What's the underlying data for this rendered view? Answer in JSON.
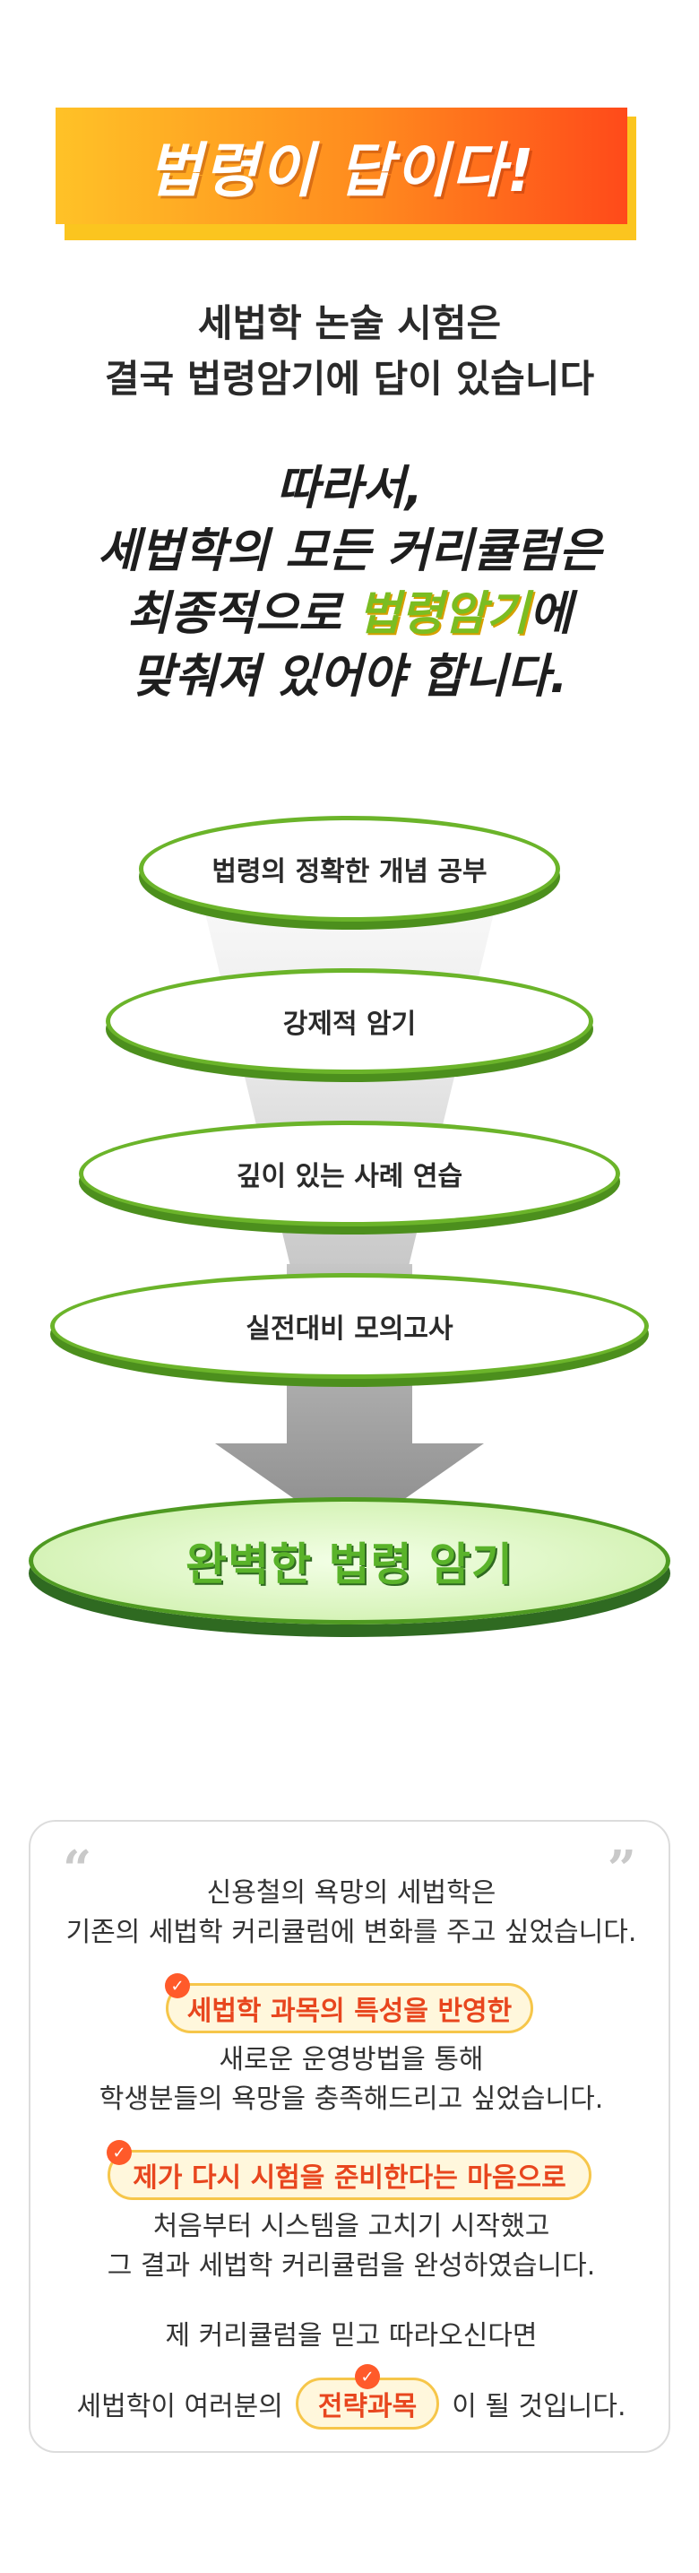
{
  "banner": {
    "title": "법령이 답이다!"
  },
  "intro": {
    "line1": "세법학 논술 시험은",
    "line2": "결국 법령암기에 답이 있습니다"
  },
  "emphasis": {
    "line1": "따라서,",
    "line2": "세법학의 모든 커리큘럼은",
    "line3_pre": "최종적으로 ",
    "line3_highlight": "법령암기",
    "line3_post": "에",
    "line4": "맞춰져 있어야 합니다."
  },
  "funnel": {
    "steps": [
      "법령의 정확한 개념 공부",
      "강제적 암기",
      "깊이 있는 사례 연습",
      "실전대비 모의고사"
    ],
    "result": "완벽한 법령 암기"
  },
  "card": {
    "quote_open": "“",
    "quote_close": "”",
    "p1_line1": "신용철의 욕망의 세법학은",
    "p1_line2": "기존의 세법학 커리큘럼에 변화를 주고 싶었습니다.",
    "pill1": "세법학 과목의 특성을 반영한",
    "p2_line1": "새로운 운영방법을 통해",
    "p2_line2": "학생분들의 욕망을 충족해드리고 싶었습니다.",
    "pill2": "제가 다시 시험을 준비한다는 마음으로",
    "p3_line1": "처음부터 시스템을 고치기 시작했고",
    "p3_line2": "그 결과 세법학 커리큘럼을 완성하였습니다.",
    "p4_line1": "제 커리큘럼을 믿고 따라오신다면",
    "p4_pre": "세법학이 여러분의",
    "p4_pill": "전략과목",
    "p4_post": "이 될 것입니다."
  },
  "colors": {
    "accent_orange": "#ff5a2a",
    "accent_green": "#6bb42a",
    "pill_bg": "#fff7dc"
  },
  "icons": {
    "check": "check-icon"
  }
}
